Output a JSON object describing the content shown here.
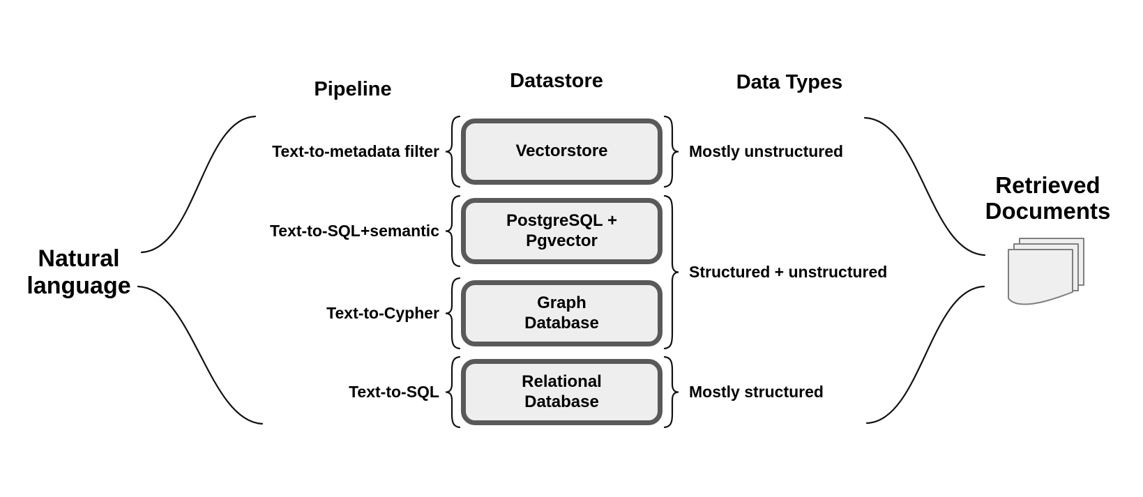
{
  "diagram": {
    "input_label": "Natural\nlanguage",
    "headers": {
      "pipeline": "Pipeline",
      "datastore": "Datastore",
      "data_types": "Data Types"
    },
    "rows": [
      {
        "pipeline_label": "Text-to-metadata filter",
        "datastore_label": "Vectorstore"
      },
      {
        "pipeline_label": "Text-to-SQL+semantic",
        "datastore_label": "PostgreSQL +\nPgvector"
      },
      {
        "pipeline_label": "Text-to-Cypher",
        "datastore_label": "Graph\nDatabase"
      },
      {
        "pipeline_label": "Text-to-SQL",
        "datastore_label": "Relational\nDatabase"
      }
    ],
    "data_type_labels": [
      {
        "label": "Mostly unstructured",
        "spans_rows": "1"
      },
      {
        "label": "Structured + unstructured",
        "spans_rows": "2-3"
      },
      {
        "label": "Mostly structured",
        "spans_rows": "4"
      }
    ],
    "output_label": "Retrieved\nDocuments",
    "icons": {
      "documents": "documents-stack-icon"
    },
    "colors": {
      "box_fill": "#eeeeee",
      "box_border": "#595959",
      "line": "#111111",
      "text": "#000000",
      "page_fill": "#efefef",
      "page_border": "#7f7f7f"
    }
  }
}
